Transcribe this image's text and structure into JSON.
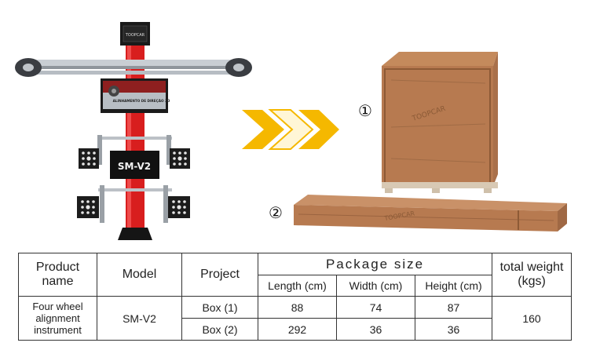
{
  "illustration": {
    "brand_logo": "TOOPCAR",
    "console_screen_text": "ALINHAMENTO DE DIREÇÃO 3D",
    "model_plate": "SM-V2",
    "arrow_color": "#f5b800",
    "markers": [
      "①",
      "②"
    ],
    "crate_stamp": "TOOPCAR"
  },
  "table": {
    "headers": {
      "product_name": "Product name",
      "model": "Model",
      "project": "Project",
      "package_size": "Package size",
      "total_weight": "total weight (kgs)"
    },
    "subheaders": {
      "length": "Length (cm)",
      "width": "Width (cm)",
      "height": "Height (cm)"
    },
    "product": "Four wheel alignment instrument",
    "model": "SM-V2",
    "weight": "160",
    "rows": [
      {
        "project": "Box (1)",
        "length": "88",
        "width": "74",
        "height": "87"
      },
      {
        "project": "Box (2)",
        "length": "292",
        "width": "36",
        "height": "36"
      }
    ]
  }
}
